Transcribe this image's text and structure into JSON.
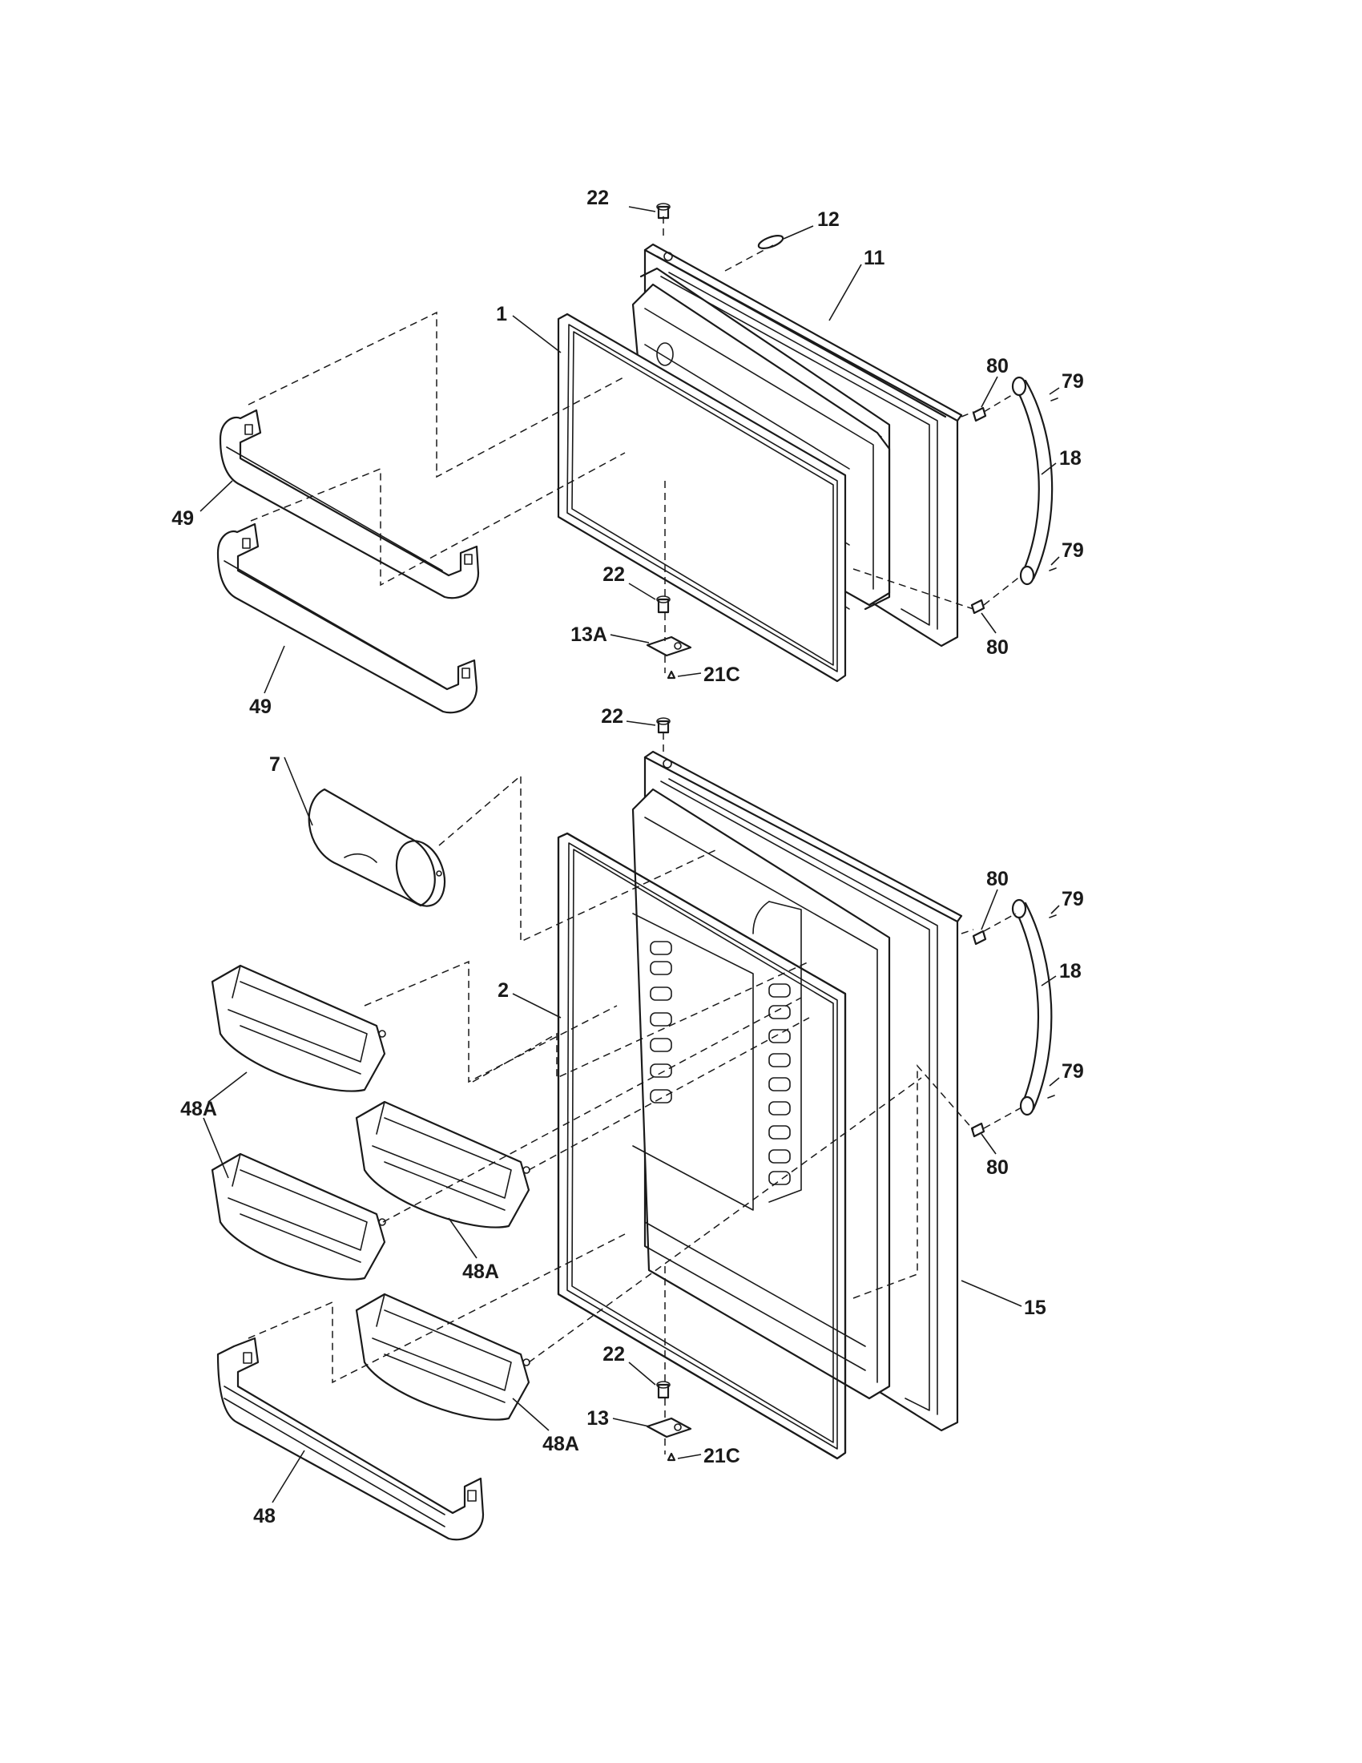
{
  "callouts": {
    "c22_top": "22",
    "c12": "12",
    "c11": "11",
    "c1": "1",
    "c80_a": "80",
    "c79_a": "79",
    "c18_a": "18",
    "c79_b": "79",
    "c80_b": "80",
    "c49_a": "49",
    "c49_b": "49",
    "c22_mid": "22",
    "c13A": "13A",
    "c21C_a": "21C",
    "c22_mid2": "22",
    "c7": "7",
    "c80_c": "80",
    "c79_c": "79",
    "c18_b": "18",
    "c2": "2",
    "c79_d": "79",
    "c80_d": "80",
    "c48A_a": "48A",
    "c48A_b": "48A",
    "c15": "15",
    "c22_bot": "22",
    "c13": "13",
    "c21C_b": "21C",
    "c48A_c": "48A",
    "c48": "48"
  }
}
